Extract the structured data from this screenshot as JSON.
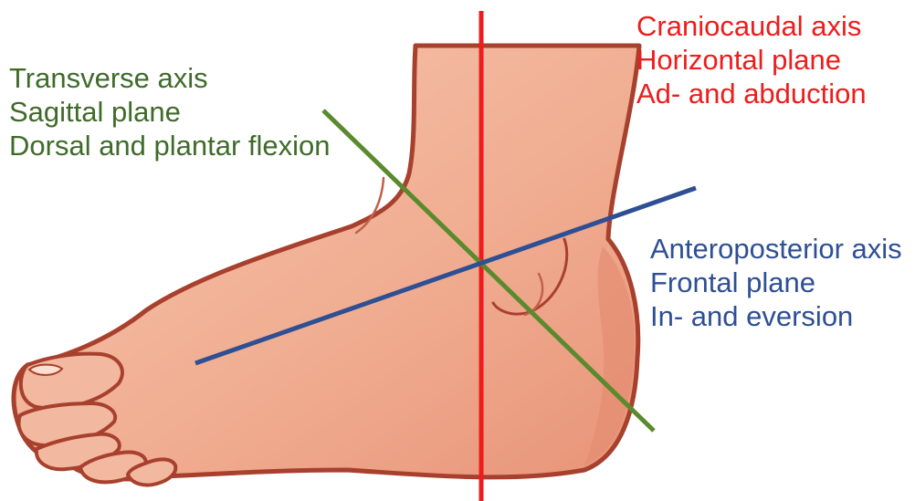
{
  "colors": {
    "transverse": "#5a8a2e",
    "craniocaudal": "#ee1c1c",
    "anteroposterior": "#2e4f94",
    "skin": "#f2b39a",
    "skin_shadow": "#e0907a",
    "outline": "#a8402e"
  },
  "axes": {
    "transverse": {
      "title": "Transverse axis",
      "plane": "Sagittal plane",
      "motion": "Dorsal and plantar flexion"
    },
    "craniocaudal": {
      "title": "Craniocaudal axis",
      "plane": "Horizontal plane",
      "motion": "Ad- and abduction"
    },
    "anteroposterior": {
      "title": "Anteroposterior axis",
      "plane": "Frontal plane",
      "motion": "In- and eversion"
    }
  }
}
